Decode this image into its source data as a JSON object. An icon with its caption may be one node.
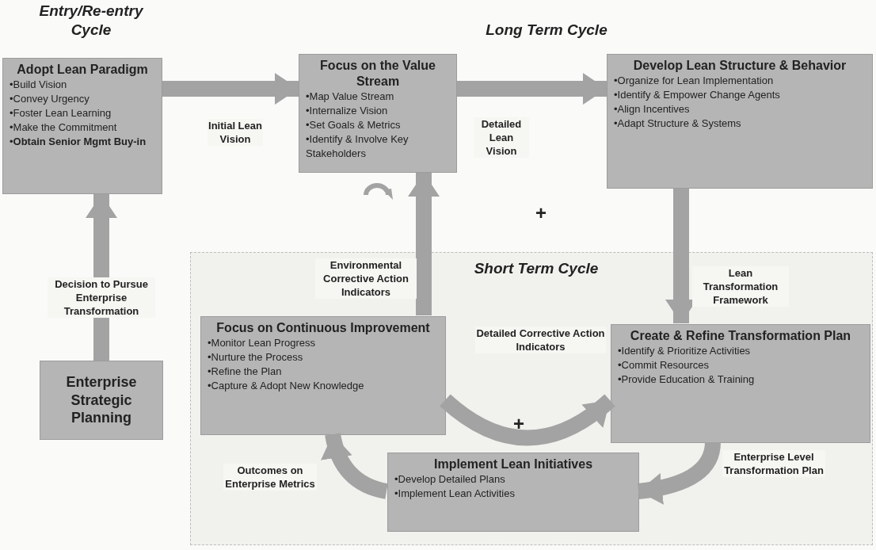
{
  "diagram": {
    "nodes": [
      {
        "text": [
          "Adopt Lean Paradigm",
          "•Build Vision",
          "•Convey Urgency",
          "•Foster Lean Learning",
          "•Make the Commitment",
          "•**Obtain Senior Mgmt Buy-in**"
        ]
      },
      {
        "text": [
          "Focus on the Value Stream",
          "•Map Value Stream",
          "•Internalize Vision",
          "•Set Goals & Metrics",
          "•Identify & Involve Key Stakeholders"
        ]
      },
      {
        "text": [
          "Develop Lean Structure & Behavior",
          "•Organize for Lean Implementation",
          "•Identify & Empower Change Agents",
          "•Align Incentives",
          "•Adapt Structure & Systems"
        ]
      },
      {
        "text": [
          "Short Term Cycle"
        ]
      },
      {
        "text": [
          "Focus on Continuous Improvement",
          "•Monitor Lean Progress",
          "•Nurture the Process",
          "•Refine the Plan",
          "•Capture & Adopt New Knowledge"
        ],
        "in": 3
      },
      {
        "text": [
          "Create & Refine Transformation Plan",
          "•Identify & Prioritize Activities",
          "•Commit Resources",
          "•Provide Education & Training"
        ],
        "in": 3
      },
      {
        "text": [
          "Implement Lean Initiatives",
          "•Develop Detailed Plans",
          "•Implement Lean Activities"
        ],
        "in": 3
      },
      {
        "text": [
          "Enterprise Strategic Planning"
        ]
      }
    ],
    "edges": [
      {
        "from": 0,
        "to": 1,
        "arrow": "to",
        "label": "Initial Lean Vision"
      },
      {
        "from": 1,
        "to": 2,
        "arrow": "to",
        "label": "Detailed Lean Vision"
      },
      {
        "from": 7,
        "to": 0,
        "arrow": "to",
        "label": "Decision to Pursue Enterprise Transformation"
      },
      {
        "from": 4,
        "to": 1,
        "arrow": "to",
        "label": "Environmental Corrective Action Indicators"
      },
      {
        "from": 2,
        "to": 5,
        "arrow": "to",
        "label": "Lean Transformation Framework"
      },
      {
        "from": 5,
        "to": 6,
        "arrow": "to",
        "label": "Enterprise Level Transformation Plan"
      },
      {
        "from": 6,
        "to": 4,
        "arrow": "to",
        "label": "Outcomes on Enterprise Metrics"
      },
      {
        "from": 4,
        "to": 5,
        "arrow": "to",
        "label": "Detailed Corrective Action Indicators"
      }
    ],
    "labels": [
      "Entry/Re-entry Cycle",
      "Long Term Cycle",
      "+",
      "+"
    ]
  }
}
